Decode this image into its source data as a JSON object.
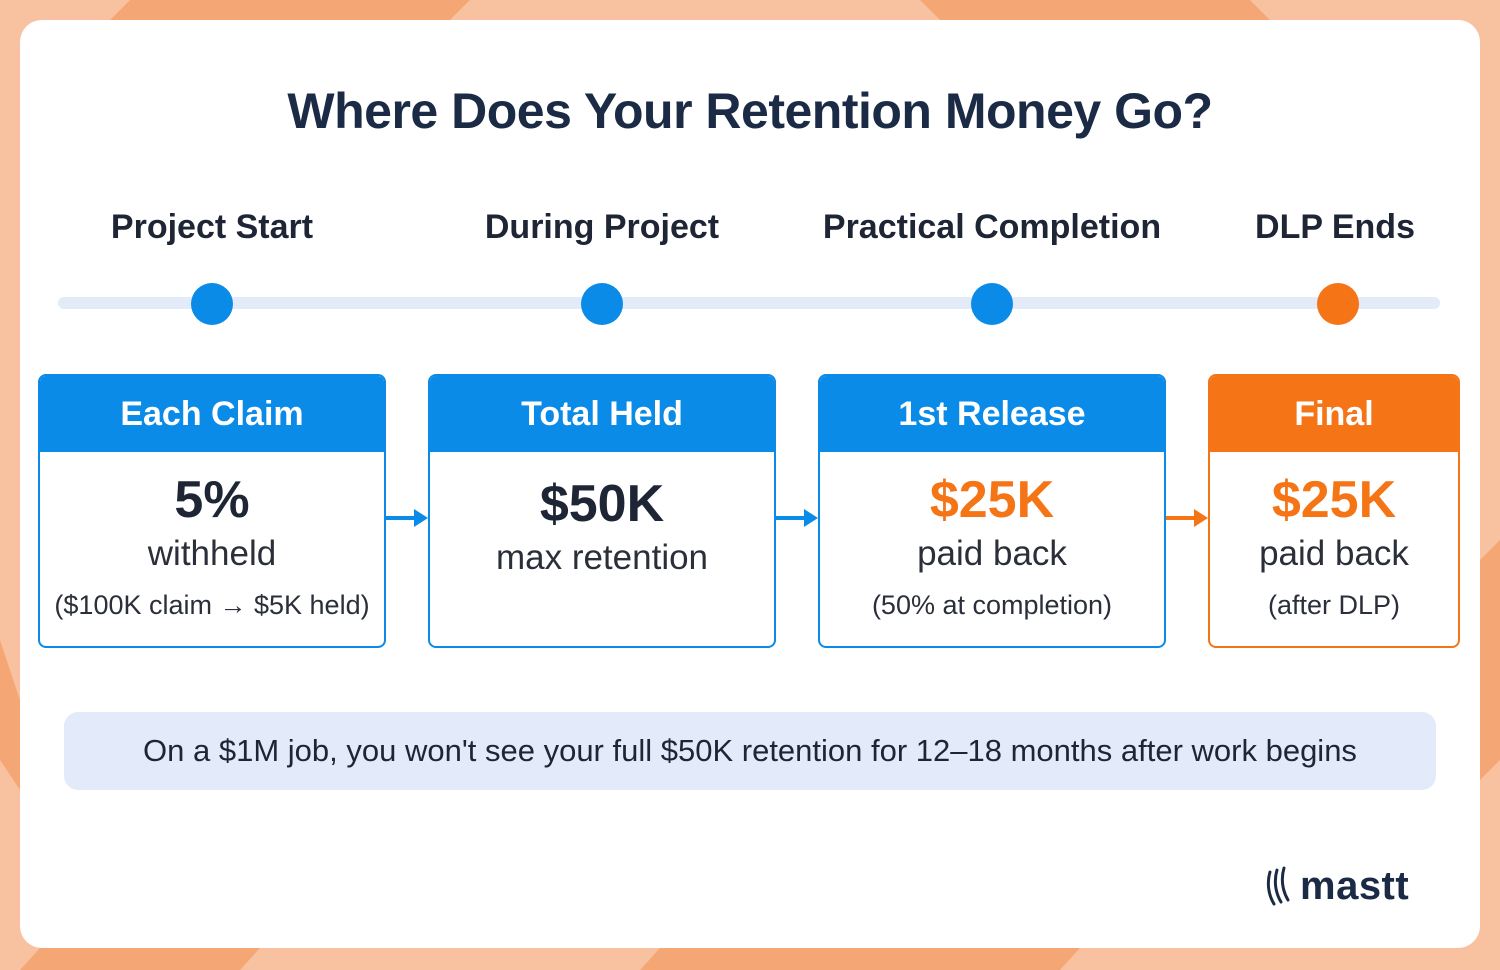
{
  "title": "Where Does Your Retention Money Go?",
  "colors": {
    "blue": "#0a8be8",
    "orange": "#f57416",
    "navy": "#1b2b45",
    "track": "#e3ebf8",
    "note_bg": "#e3ebfa",
    "frame": "#f8c2a0"
  },
  "stages": [
    {
      "label": "Project Start",
      "dot_color": "blue"
    },
    {
      "label": "During Project",
      "dot_color": "blue"
    },
    {
      "label": "Practical Completion",
      "dot_color": "blue"
    },
    {
      "label": "DLP Ends",
      "dot_color": "orange"
    }
  ],
  "boxes": [
    {
      "header": "Each Claim",
      "value": "5%",
      "line1": "withheld",
      "line2": "($100K claim → $5K held)",
      "accent": "blue"
    },
    {
      "header": "Total Held",
      "value": "$50K",
      "line1": "max retention",
      "line2": "",
      "accent": "blue"
    },
    {
      "header": "1st Release",
      "value": "$25K",
      "line1": "paid back",
      "line2": "(50% at completion)",
      "accent": "blue"
    },
    {
      "header": "Final",
      "value": "$25K",
      "line1": "paid back",
      "line2": "(after DLP)",
      "accent": "orange"
    }
  ],
  "note": "On a $1M job, you won't see your full $50K retention for 12–18 months after work begins",
  "logo": {
    "text": "mastt",
    "icon": "mastt-logo-icon"
  }
}
